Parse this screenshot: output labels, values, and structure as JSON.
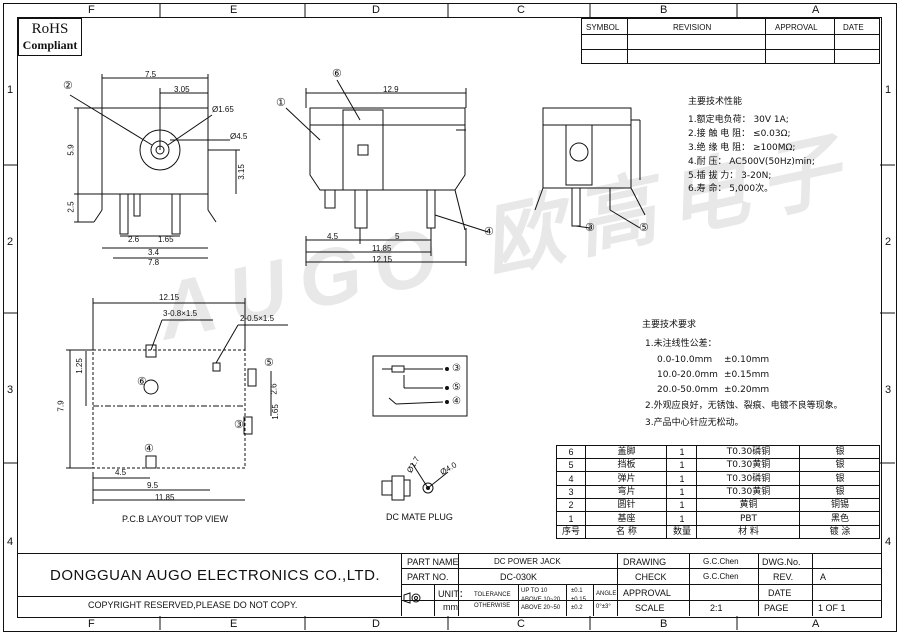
{
  "zones": {
    "cols": [
      "F",
      "E",
      "D",
      "C",
      "B",
      "A"
    ],
    "rows": [
      "1",
      "2",
      "3",
      "4"
    ]
  },
  "rohs": {
    "line1": "RoHS",
    "line2": "Compliant"
  },
  "watermark": "AUGO 欧高电子",
  "revision_table": {
    "headers": [
      "SYMBOL",
      "REVISION",
      "APPROVAL",
      "DATE"
    ]
  },
  "front_view": {
    "dims": [
      "7.5",
      "3.05",
      "Ø1.65",
      "Ø4.5",
      "5.9",
      "3.15",
      "2.5",
      "2.6",
      "1.65",
      "3.4",
      "7.8"
    ],
    "callouts": [
      "②",
      "①"
    ]
  },
  "side_view": {
    "dims": [
      "12.9",
      "4.5",
      "5",
      "11.85",
      "12.15"
    ],
    "callouts": [
      "⑥",
      "④"
    ]
  },
  "end_view": {
    "callouts": [
      "③",
      "⑤"
    ]
  },
  "pcb": {
    "dims": [
      "12.15",
      "3-0.8×1.5",
      "2-0.5×1.5",
      "1.25",
      "7.9",
      "2.6",
      "1.65",
      "4.5",
      "9.5",
      "11.85"
    ],
    "callouts": [
      "⑥",
      "⑤",
      "③",
      "④"
    ],
    "caption": "P.C.B LAYOUT TOP VIEW"
  },
  "schematic": {
    "pins": [
      "③",
      "⑤",
      "④"
    ]
  },
  "mate_plug": {
    "dims": [
      "Ø1.7",
      "Ø4.0"
    ],
    "caption": "DC MATE PLUG"
  },
  "performance": {
    "title": "主要技术性能",
    "items": [
      "1.额定电负荷：  30V 1A;",
      "2.接 触 电 阻：  ≤0.03Ω;",
      "3.绝 缘 电 阻：  ≥100MΩ;",
      "4.耐          压：  AC500V(50Hz)min;",
      "5.插    拔    力：  3-20N;",
      "6.寿          命：  5,000次。"
    ]
  },
  "requirements": {
    "title": "主要技术要求",
    "items": [
      "1.未注线性公差：",
      "0.0-10.0mm",
      "±0.10mm",
      "10.0-20.0mm",
      "±0.15mm",
      "20.0-50.0mm",
      "±0.20mm",
      "2.外观应良好，无锈蚀、裂痕、电镀不良等现象。",
      "3.产品中心针应无松动。"
    ]
  },
  "bom": {
    "rows": [
      [
        "6",
        "盖脚",
        "1",
        "T0.30磷铜",
        "银"
      ],
      [
        "5",
        "挡板",
        "1",
        "T0.30黄铜",
        "银"
      ],
      [
        "4",
        "弹片",
        "1",
        "T0.30磷铜",
        "银"
      ],
      [
        "3",
        "弯片",
        "1",
        "T0.30黄铜",
        "银"
      ],
      [
        "2",
        "圆针",
        "1",
        "黄铜",
        "铜锡"
      ],
      [
        "1",
        "基座",
        "1",
        "PBT",
        "黑色"
      ]
    ],
    "header": [
      "序号",
      "名    称",
      "数量",
      "材    料",
      "镀    涂"
    ]
  },
  "title_block": {
    "company": "DONGGUAN AUGO ELECTRONICS CO.,LTD.",
    "copyright": "COPYRIGHT RESERVED,PLEASE DO NOT COPY.",
    "part_name_label": "PART NAME",
    "part_name": "DC POWER JACK",
    "part_no_label": "PART NO.",
    "part_no": "DC-030K",
    "unit_label": "UNIT：",
    "unit": "mm",
    "tolerance_label": "TOLERANCE",
    "otherwise": "OTHERWISE",
    "tol_ranges": [
      "UP TO 10",
      "ABOVE 10~20",
      "ABOVE 20~50"
    ],
    "tol_values": [
      "±0.1",
      "±0.15",
      "±0.2"
    ],
    "angle_label": "ANGLE",
    "angle": "0°±3°",
    "drawing_label": "DRAWING",
    "drawing": "G.C.Chen",
    "check_label": "CHECK",
    "check": "G.C.Chen",
    "approval_label": "APPROVAL",
    "scale_label": "SCALE",
    "scale": "2:1",
    "dwg_label": "DWG.No.",
    "dwg": "",
    "rev_label": "REV.",
    "rev": "A",
    "date_label": "DATE",
    "date": "",
    "page_label": "PAGE",
    "page": "1 OF 1"
  }
}
